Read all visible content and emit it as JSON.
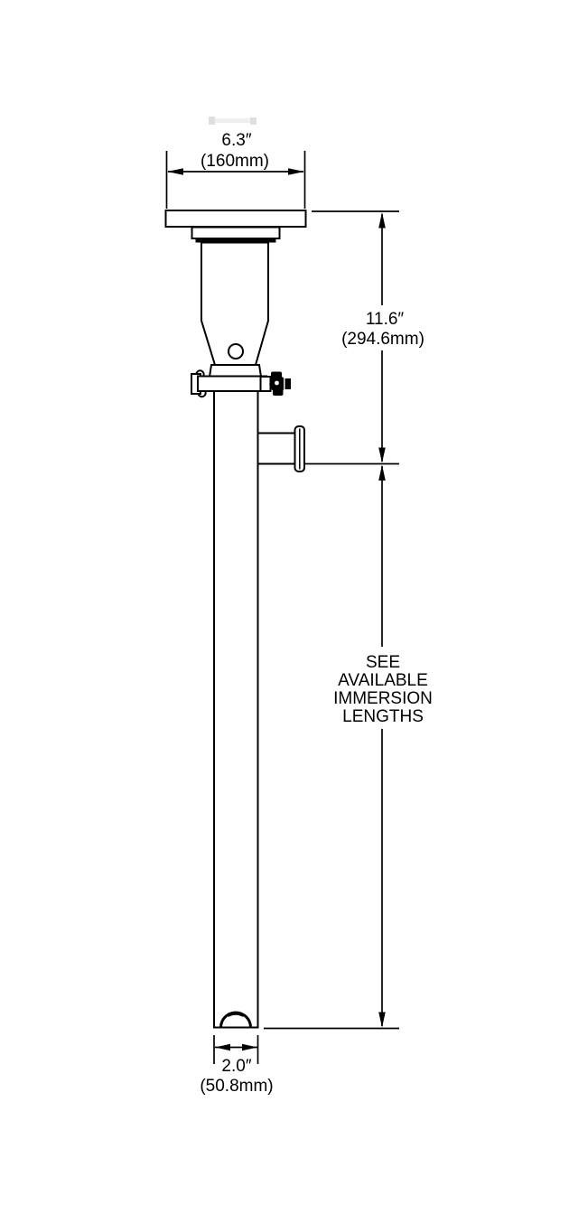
{
  "colors": {
    "line": "#000000",
    "background": "#ffffff"
  },
  "dimensions": {
    "head_width": {
      "inches": "6.3″",
      "metric": "(160mm)"
    },
    "head_height": {
      "inches": "11.6″",
      "metric": "(294.6mm)"
    },
    "tip_width": {
      "inches": "2.0″",
      "metric": "(50.8mm)"
    }
  },
  "note": {
    "lines": [
      "SEE",
      "AVAILABLE",
      "IMMERSION",
      "LENGTHS"
    ]
  }
}
